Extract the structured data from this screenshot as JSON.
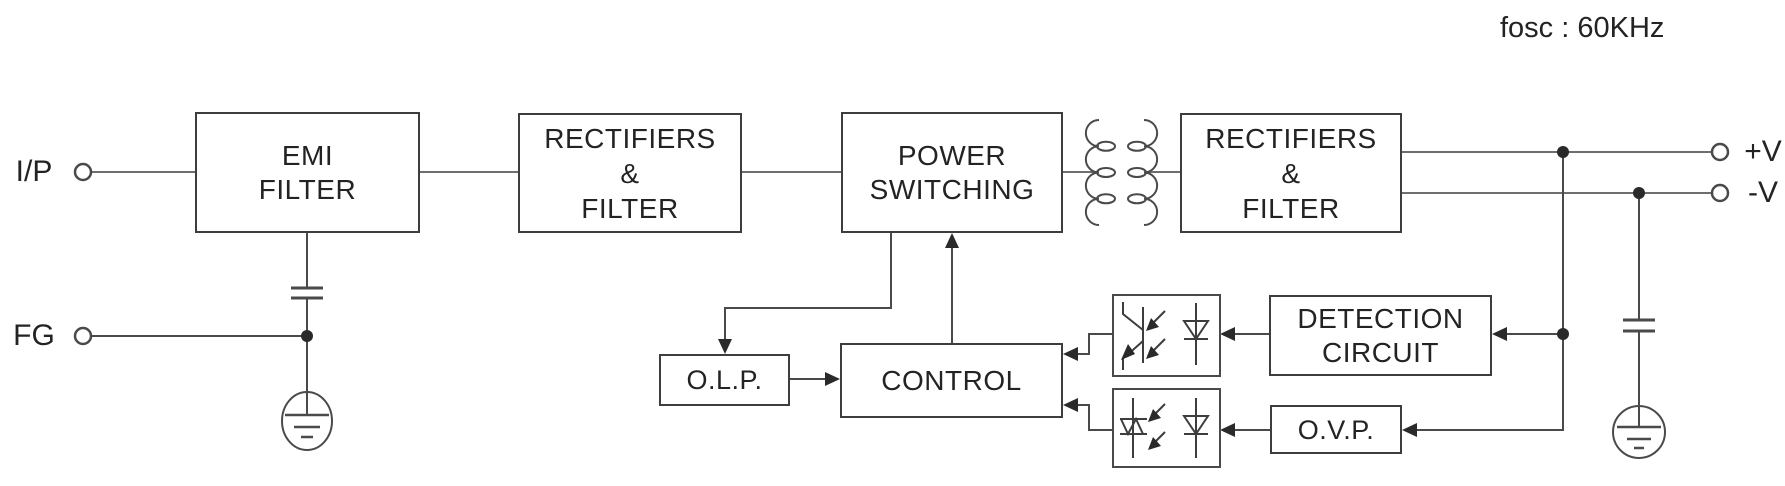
{
  "annotation": {
    "fosc": "fosc : 60KHz"
  },
  "terminals": {
    "input": "I/P",
    "frame_ground": "FG",
    "output_positive": "+V",
    "output_negative": "-V"
  },
  "blocks": {
    "emi_filter": "EMI\nFILTER",
    "input_rectifiers": "RECTIFIERS\n&\nFILTER",
    "power_switching": "POWER\nSWITCHING",
    "output_rectifiers": "RECTIFIERS\n&\nFILTER",
    "olp": "O.L.P.",
    "control": "CONTROL",
    "detection_circuit": "DETECTION\nCIRCUIT",
    "ovp": "O.V.P."
  },
  "symbols": {
    "optocoupler_upper": "optocoupler (phototransistor + LED)",
    "optocoupler_lower": "optocoupler (photo-triac + LED)",
    "transformer": "isolation transformer",
    "ground_left": "earth ground",
    "ground_right": "earth ground",
    "capacitor_left": "Y-capacitor",
    "capacitor_right": "Y-capacitor"
  },
  "colors": {
    "background": "#ffffff",
    "text": "#232323",
    "box_border": "#3d3d3d",
    "wire": "#6e6e6e",
    "symbol": "#343434"
  }
}
